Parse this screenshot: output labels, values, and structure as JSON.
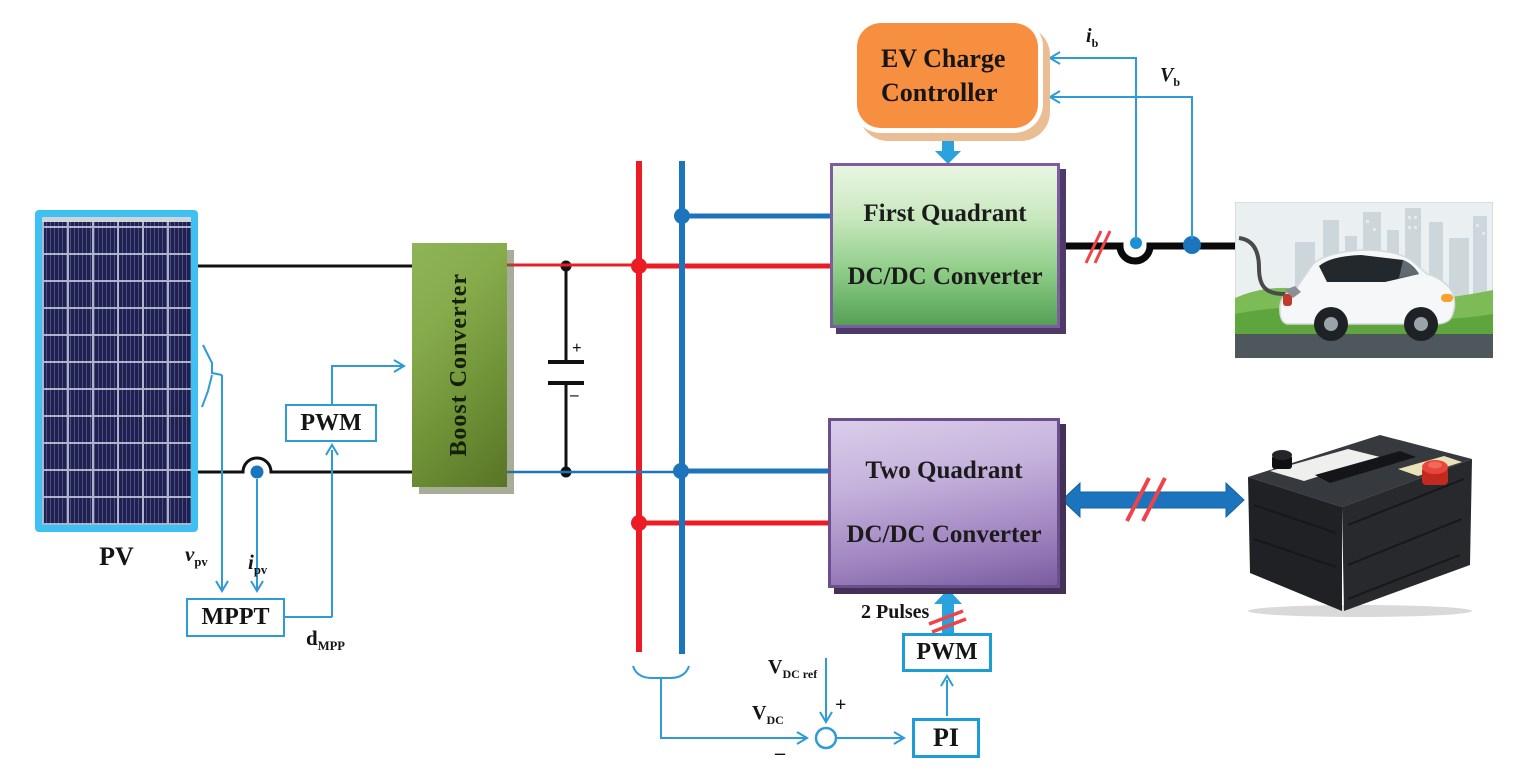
{
  "figure": {
    "type": "block-diagram",
    "description": "PV-fed EV charging system with boost converter, DC bus, first-quadrant and two-quadrant DC/DC converters, EV charge controller and battery"
  },
  "colors": {
    "bus_red": "#EC1C24",
    "bus_blue": "#1C75BC",
    "control_blue": "#2E9BD6",
    "light_arrow_blue": "#2AA2DE",
    "slash_red": "#F04349",
    "boost_green": "#6E9136",
    "first_quadrant_green": "#54A156",
    "two_quadrant_purple": "#7B5DA1",
    "controller_orange": "#F78F41",
    "pv_border_cyan": "#3EC1F2",
    "wire_black": "#111111"
  },
  "blocks": {
    "pv_label": "PV",
    "mppt": "MPPT",
    "pwm_mppt": "PWM",
    "boost": "Boost Converter",
    "first_quadrant": [
      "First Quadrant",
      "DC/DC Converter"
    ],
    "two_quadrant": [
      "Two Quadrant",
      "DC/DC Converter"
    ],
    "ev_controller": [
      "EV Charge",
      "Controller"
    ],
    "pwm_battery": "PWM",
    "pi": "PI"
  },
  "labels": {
    "v_pv": {
      "main": "v",
      "sub": "pv"
    },
    "i_pv": {
      "main": "i",
      "sub": "pv"
    },
    "d_mpp": {
      "main": "d",
      "sub": "MPP"
    },
    "i_b": {
      "main": "i",
      "sub": "b"
    },
    "v_b": {
      "main": "V",
      "sub": "b"
    },
    "v_dc_ref": {
      "main": "V",
      "sub": "DC ref"
    },
    "v_dc": {
      "main": "V",
      "sub": "DC"
    },
    "two_pulses": "2 Pulses",
    "cap_plus": "+",
    "cap_minus": "–",
    "sum_plus": "+",
    "sum_minus": "–"
  },
  "illustrations": {
    "car": "electric-car-charging-illustration",
    "battery": "ev-battery-photo"
  }
}
